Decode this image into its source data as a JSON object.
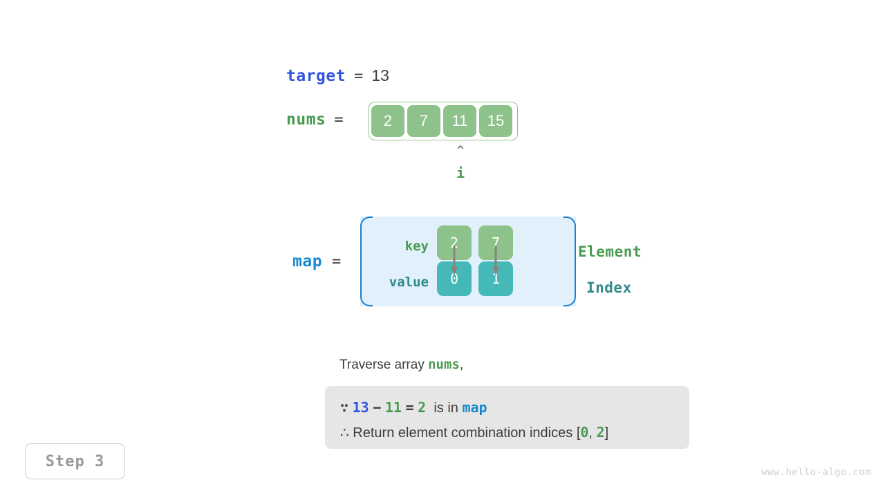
{
  "target": {
    "label": "target",
    "equals": "=",
    "value": "13"
  },
  "nums": {
    "label": "nums",
    "equals": "=",
    "cells": [
      "2",
      "7",
      "11",
      "15"
    ],
    "pointer": {
      "caret": "^",
      "label": "i",
      "index": 2
    }
  },
  "map": {
    "label": "map",
    "equals": "=",
    "row_labels": {
      "key": "key",
      "value": "value"
    },
    "entries": [
      {
        "key": "2",
        "value": "0"
      },
      {
        "key": "7",
        "value": "1"
      }
    ],
    "legend": {
      "element": "Element",
      "index": "Index"
    }
  },
  "description": {
    "prefix": "Traverse array ",
    "code": "nums",
    "suffix": ","
  },
  "note": {
    "line1": {
      "because_symbol": "∵",
      "target": "13",
      "minus": "−",
      "num": "11",
      "equals": "=",
      "result": "2",
      "text": "is in",
      "map": "map"
    },
    "line2": {
      "therefore_symbol": "∴",
      "text": "Return element combination indices",
      "bracket_open": "[",
      "index_a": "0",
      "comma": ",",
      "index_b": "2",
      "bracket_close": "]"
    }
  },
  "step_badge": {
    "label": "Step 3"
  },
  "watermark": {
    "text": "www.hello-algo.com"
  },
  "colors": {
    "target_blue": "#3355dd",
    "map_blue": "#1a88d0",
    "nums_green": "#4a9a51",
    "cell_green": "#8dc38a",
    "cell_teal": "#45b8b8",
    "index_teal": "#2f8a8a",
    "map_panel_bg": "#e2f0fb",
    "note_bg": "#e6e6e6",
    "arrow_gray": "#8c8278"
  }
}
